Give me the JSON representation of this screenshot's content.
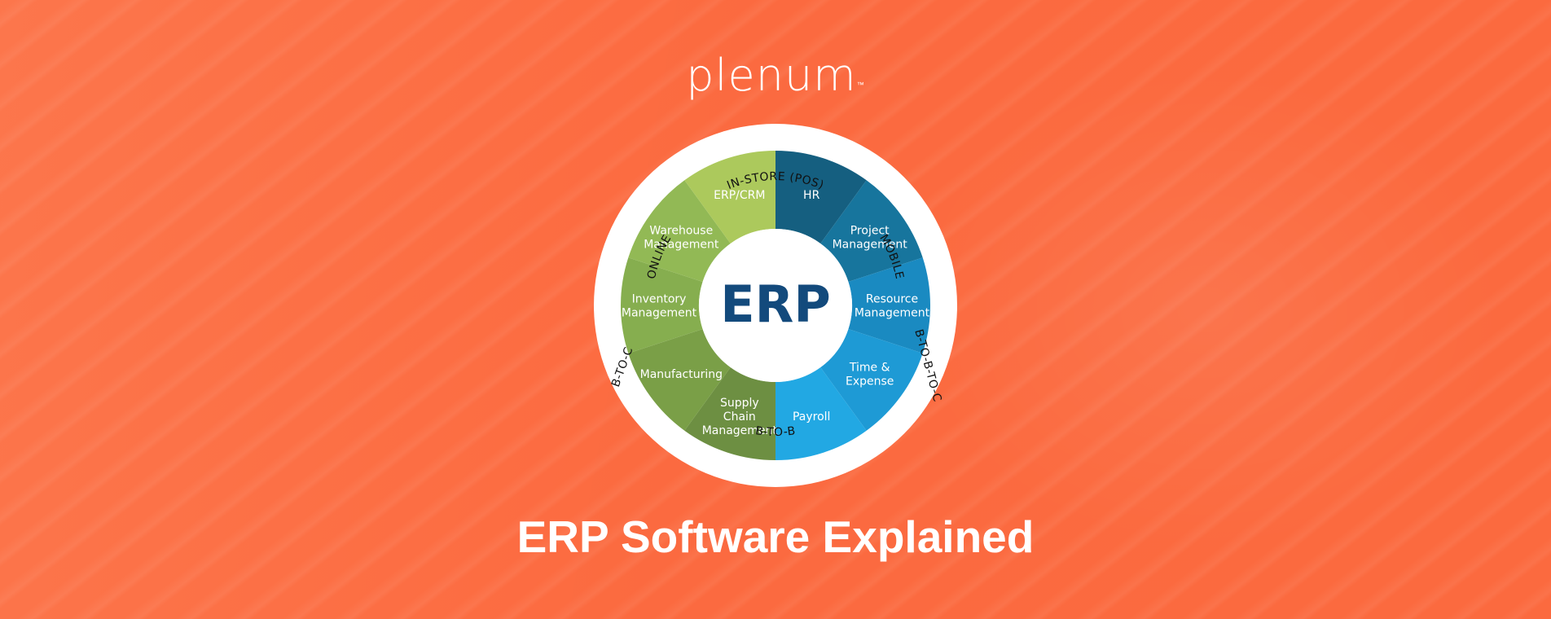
{
  "logo": {
    "text": "plenum",
    "tm": "™"
  },
  "heading": "ERP Software Explained",
  "diagram": {
    "center": "ERP",
    "segments": [
      {
        "lines": [
          "HR"
        ],
        "color": "#155f80"
      },
      {
        "lines": [
          "Project",
          "Management"
        ],
        "color": "#17759d"
      },
      {
        "lines": [
          "Resource",
          "Management"
        ],
        "color": "#1a8ac1"
      },
      {
        "lines": [
          "Time &",
          "Expense"
        ],
        "color": "#1e9ad5"
      },
      {
        "lines": [
          "Payroll"
        ],
        "color": "#22a8e3"
      },
      {
        "lines": [
          "Supply",
          "Chain",
          "Management"
        ],
        "color": "#6d8f42"
      },
      {
        "lines": [
          "Manufacturing"
        ],
        "color": "#7a9f47"
      },
      {
        "lines": [
          "Inventory",
          "Management"
        ],
        "color": "#86ae4f"
      },
      {
        "lines": [
          "Warehouse",
          "Management"
        ],
        "color": "#92b955"
      },
      {
        "lines": [
          "ERP/CRM"
        ],
        "color": "#acc95c"
      }
    ],
    "ring": {
      "top": "IN-STORE (POS)",
      "topLeft": "ONLINE",
      "topRight": "MOBILE",
      "right": "B-TO-B-TO-C",
      "left": "B-TO-C",
      "bottom": "B-TO-B"
    },
    "colors": {
      "center": "#134a7c",
      "ring": "#ffffff"
    }
  }
}
